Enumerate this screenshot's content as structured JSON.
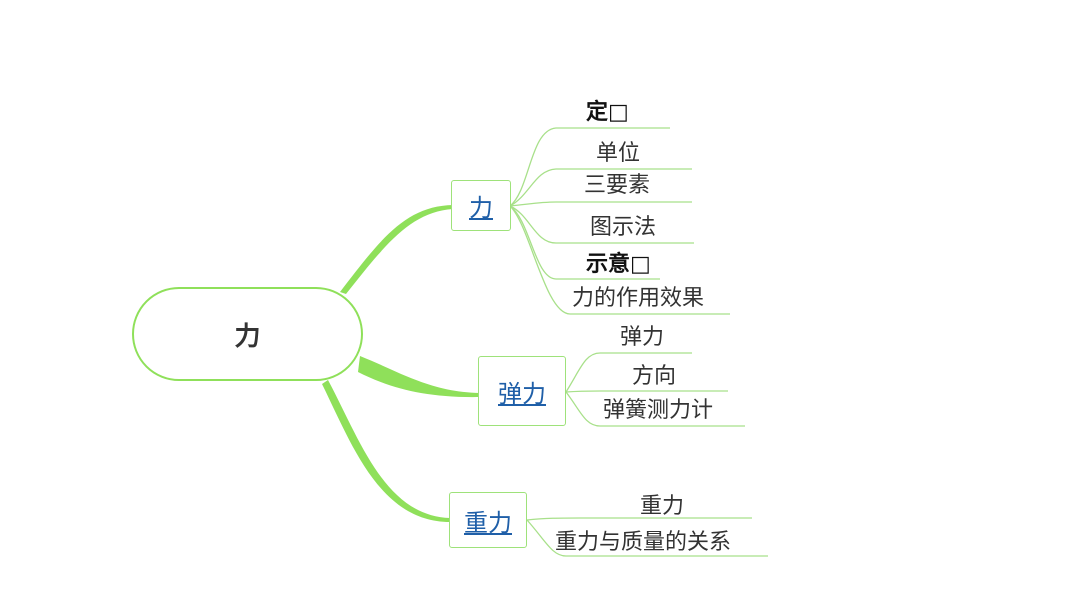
{
  "root": {
    "label": "力"
  },
  "branches": [
    {
      "label": "力",
      "children": [
        "定□",
        "单位",
        "三要素",
        "图示法",
        "示意□",
        "力的作用效果"
      ]
    },
    {
      "label": "弹力",
      "children": [
        "弹力",
        "方向",
        "弹簧测力计"
      ]
    },
    {
      "label": "重力",
      "children": [
        "重力",
        "重力与质量的关系"
      ]
    }
  ],
  "colors": {
    "main_connector": "#8fe05a",
    "sub_connector": "#a8e08a",
    "link": "#1f5fa8"
  }
}
